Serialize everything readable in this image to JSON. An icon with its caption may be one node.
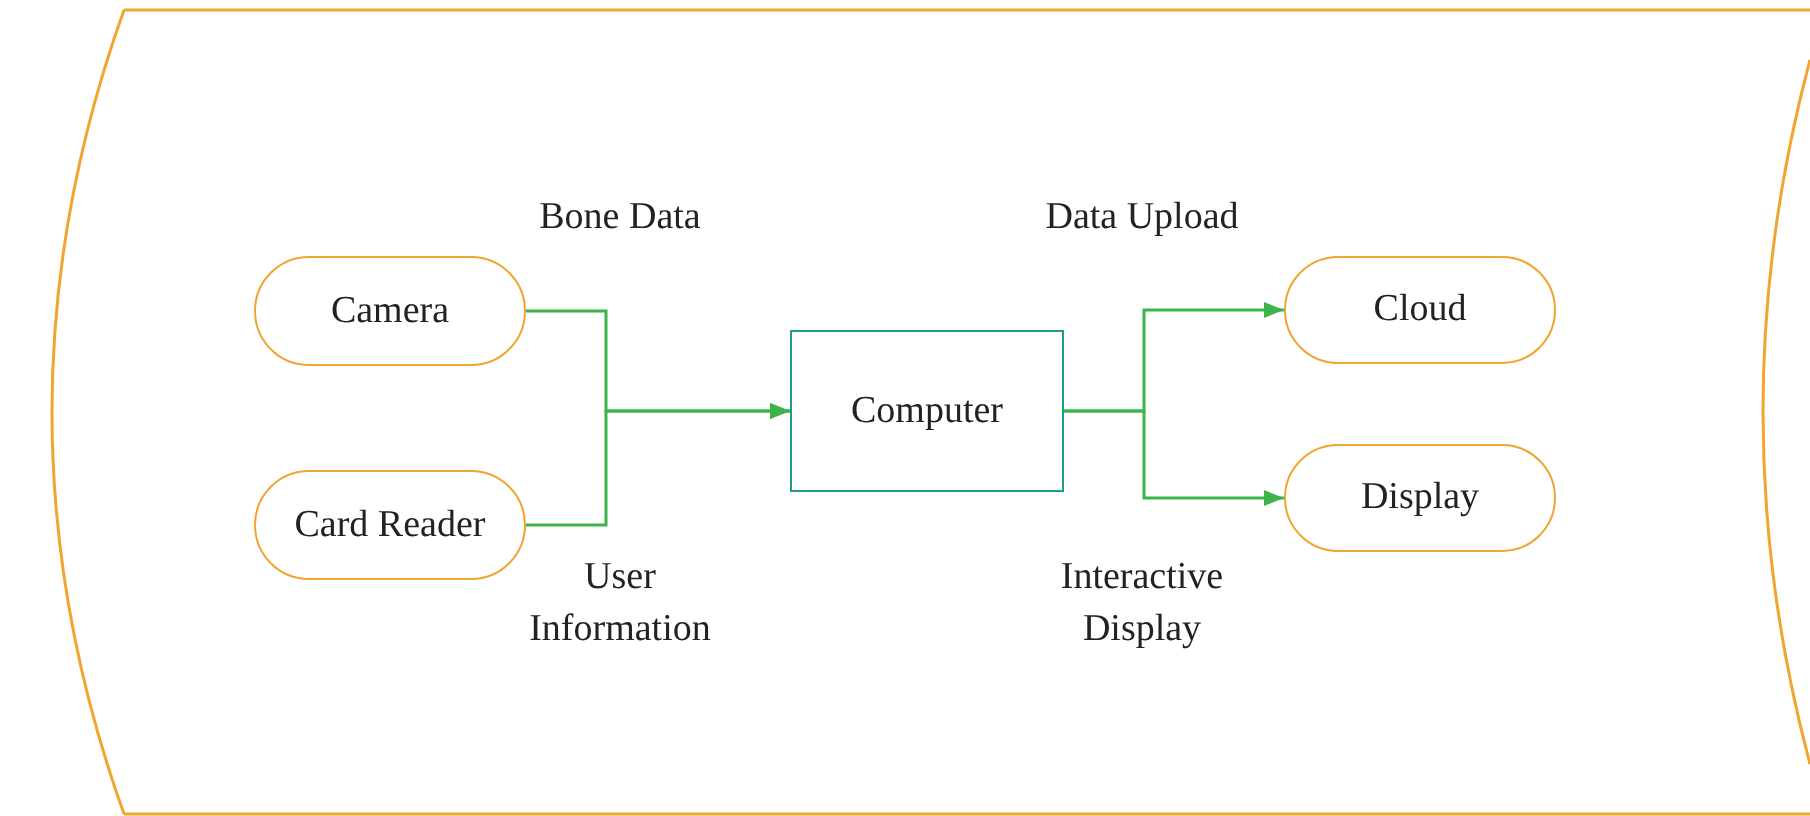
{
  "diagram": {
    "nodes": [
      {
        "text": [
          "Camera"
        ]
      },
      {
        "text": [
          "Card Reader"
        ]
      },
      {
        "text": [
          "Computer"
        ]
      },
      {
        "text": [
          "Cloud"
        ]
      },
      {
        "text": [
          "Display"
        ]
      }
    ],
    "edges": [
      {
        "from": 0,
        "to": 2,
        "arrow": "to",
        "label": "Bone Data"
      },
      {
        "from": 1,
        "to": 2,
        "arrow": "to",
        "label": "User Information"
      },
      {
        "from": 2,
        "to": 3,
        "arrow": "to",
        "label": "Data Upload"
      },
      {
        "from": 2,
        "to": 4,
        "arrow": "to",
        "label": "Interactive Display"
      }
    ]
  }
}
